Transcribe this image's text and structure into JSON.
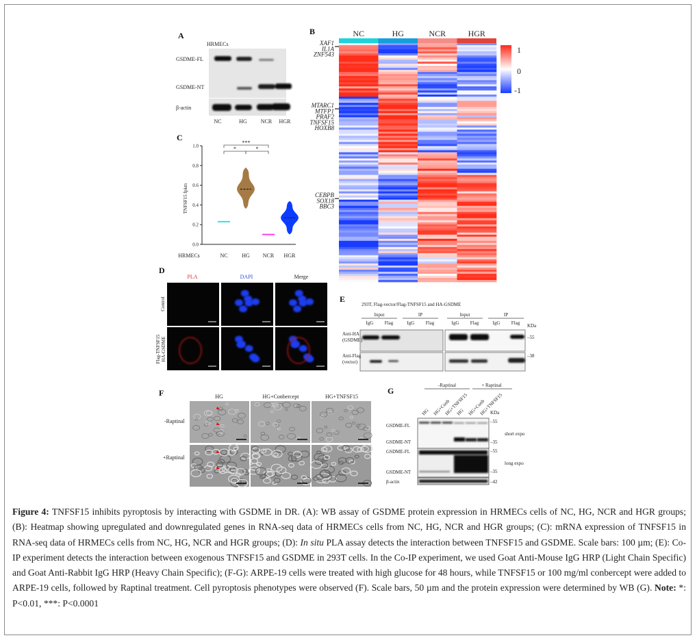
{
  "panelA": {
    "label": "A",
    "cell_line": "HRMECs",
    "rows": [
      "GSDME-FL",
      "GSDME-NT",
      "β-actin"
    ],
    "lanes": [
      "NC",
      "HG",
      "NCR",
      "HGR"
    ]
  },
  "panelB": {
    "label": "B",
    "columns": [
      "NC",
      "HG",
      "NCR",
      "HGR"
    ],
    "column_colors": [
      "#1fd3d8",
      "#169fdc",
      "#f48c88",
      "#e0453a"
    ],
    "colorbar": {
      "max": "1",
      "mid": "0",
      "min": "-1",
      "high_color": "#ff2a1a",
      "mid_color": "#ffffff",
      "low_color": "#1a3cff"
    },
    "gene_groups": [
      [
        "XAF1",
        "IL1A",
        "ZNF543"
      ],
      [
        "MTARC1",
        "MTFP1",
        "PRAF2",
        "TNFSF15",
        "HOXB8"
      ],
      [
        "CEBPB",
        "SOX18",
        "BBC3"
      ]
    ]
  },
  "chart_data": {
    "type": "violin",
    "title": "C",
    "xlabel": "HRMECs",
    "ylabel": "TNFSF15 fpkm",
    "ylim": [
      0,
      1.0
    ],
    "yticks": [
      "0.0",
      "0.2",
      "0.4",
      "0.6",
      "0.8",
      "1.0"
    ],
    "categories": [
      "NC",
      "HG",
      "NCR",
      "HGR"
    ],
    "series": [
      {
        "name": "NC",
        "median": 0.23,
        "min": 0.225,
        "max": 0.235,
        "color": "#35e0e8"
      },
      {
        "name": "HG",
        "median": 0.56,
        "min": 0.36,
        "max": 0.78,
        "color": "#a57a45"
      },
      {
        "name": "NCR",
        "median": 0.1,
        "min": 0.095,
        "max": 0.105,
        "color": "#ff3cf0"
      },
      {
        "name": "HGR",
        "median": 0.27,
        "min": 0.1,
        "max": 0.44,
        "color": "#0b3cff"
      }
    ],
    "significance": [
      {
        "from": "NC",
        "to": "NCR",
        "label": "***"
      },
      {
        "from": "NC",
        "to": "HG",
        "label": "*"
      },
      {
        "from": "HG",
        "to": "NCR",
        "label": "*"
      }
    ]
  },
  "panelD": {
    "label": "D",
    "channels": [
      "PLA",
      "DAPI",
      "Merge"
    ],
    "channel_colors": [
      "#e03030",
      "#2a4fd8",
      "#333333"
    ],
    "rows": [
      "Control",
      "Flag-TNFSF15",
      "HA-GSDME"
    ]
  },
  "panelE": {
    "label": "E",
    "title": "293T, Flag-vector/Flag-TNFSF15 and HA-GSDME",
    "groups": [
      "Input",
      "IP",
      "Input",
      "IP"
    ],
    "lanes": [
      "IgG",
      "Flag",
      "IgG",
      "Flag",
      "IgG",
      "Flag",
      "IgG",
      "Flag"
    ],
    "kda_label": "KDa",
    "rows": [
      [
        "Anti-HA",
        "(GSDME)"
      ],
      [
        "Anti-Flag",
        "(vector)"
      ]
    ],
    "markers": [
      "55",
      "38"
    ]
  },
  "panelF": {
    "label": "F",
    "columns": [
      "HG",
      "HG+Conbercept",
      "HG+TNFSF15"
    ],
    "rows": [
      "-Raptinal",
      "+Raptinal"
    ]
  },
  "panelG": {
    "label": "G",
    "groups": [
      "-Raptinal",
      "+ Raptinal"
    ],
    "lanes": [
      "HG",
      "HG+Conb",
      "HG+TNFSF15",
      "HG",
      "HG+Conb",
      "HG+TNFSF15"
    ],
    "kda_label": "KDa",
    "rows": [
      "GSDME-FL",
      "GSDME-NT",
      "GSDME-FL",
      "GSDME-NT",
      "β-actin"
    ],
    "markers": [
      "55",
      "35",
      "55",
      "35",
      "42"
    ],
    "exposures": [
      "short expo",
      "long expo"
    ]
  },
  "caption": {
    "fig_label": "Figure 4:",
    "part1": " TNFSF15 inhibits pyroptosis by interacting with GSDME in DR. (A): WB assay of GSDME protein expression in HRMECs cells of NC, HG, NCR and HGR groups; (B): Heatmap showing upregulated and downregulated genes in RNA-seq data of HRMECs cells from NC, HG, NCR and HGR groups; (C): mRNA expression of TNFSF15 in RNA-seq data of HRMECs cells from NC, HG, NCR and HGR groups; (D): ",
    "insitu": "In situ",
    "part2": " PLA assay detects the interaction between TNFSF15 and GSDME. Scale bars: 100 µm; (E): Co-IP experiment detects the interaction between exogenous TNFSF15 and GSDME in 293T cells. In the Co-IP experiment, we used Goat Anti-Mouse IgG HRP (Light Chain Specific) and Goat Anti-Rabbit IgG HRP (Heavy Chain Specific); (F-G): ARPE-19 cells were treated with high glucose for 48 hours, while TNFSF15 or 100 mg/ml conbercept were added to ARPE-19 cells, followed by Raptinal treatment.  Cell pyroptosis phenotypes were observed (F). Scale bars, 50 µm and the protein expression were determined by WB (G). ",
    "note_label": "Note:",
    "part3": " *: P<0.01, ***: P<0.0001"
  }
}
